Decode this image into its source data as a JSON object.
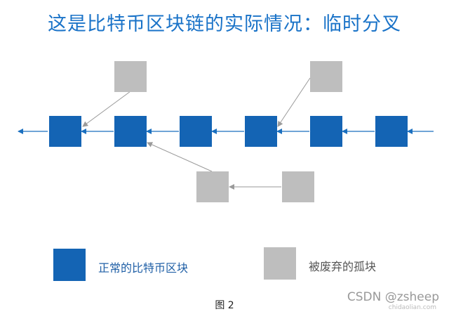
{
  "title": "这是比特币区块链的实际情况：临时分叉",
  "legend": {
    "normal_label": "正常的比特币区块",
    "orphan_label": "被废弃的孤块"
  },
  "caption": "图 2",
  "watermark": "CSDN @zsheep",
  "watermark_small": "chidaolian.com",
  "colors": {
    "main_block": "#1464b4",
    "orphan_block": "#bebebe",
    "main_arrow": "#1a6fbf",
    "orphan_arrow": "#9a9a9a",
    "title": "#1a73c8"
  },
  "diagram": {
    "main_chain_length": 6,
    "orphan_branches": [
      {
        "from": "orphan-top-1",
        "to": "main-block-1"
      },
      {
        "from": "orphan-top-2",
        "to": "main-block-4"
      },
      {
        "from": "orphan-bottom-2",
        "to": "orphan-bottom-1"
      },
      {
        "from": "orphan-bottom-1",
        "to": "main-block-2"
      }
    ]
  }
}
